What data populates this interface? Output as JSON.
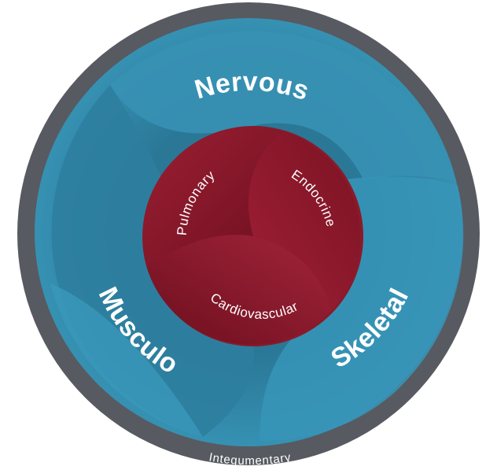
{
  "outer_ring": {
    "label": "Integumentary",
    "color": "#575a60"
  },
  "middle_segments": [
    {
      "label": "Nervous",
      "color": "#2e7d9c"
    },
    {
      "label": "Skeletal",
      "color": "#2e82a3"
    },
    {
      "label": "Musculo-",
      "color": "#2d7d9d"
    }
  ],
  "inner_segments": [
    {
      "label": "Pulmonary",
      "color": "#8a1a2a"
    },
    {
      "label": "Endocrine",
      "color": "#8a1a2a"
    },
    {
      "label": "Cardiovascular",
      "color": "#8a1a2a"
    }
  ]
}
